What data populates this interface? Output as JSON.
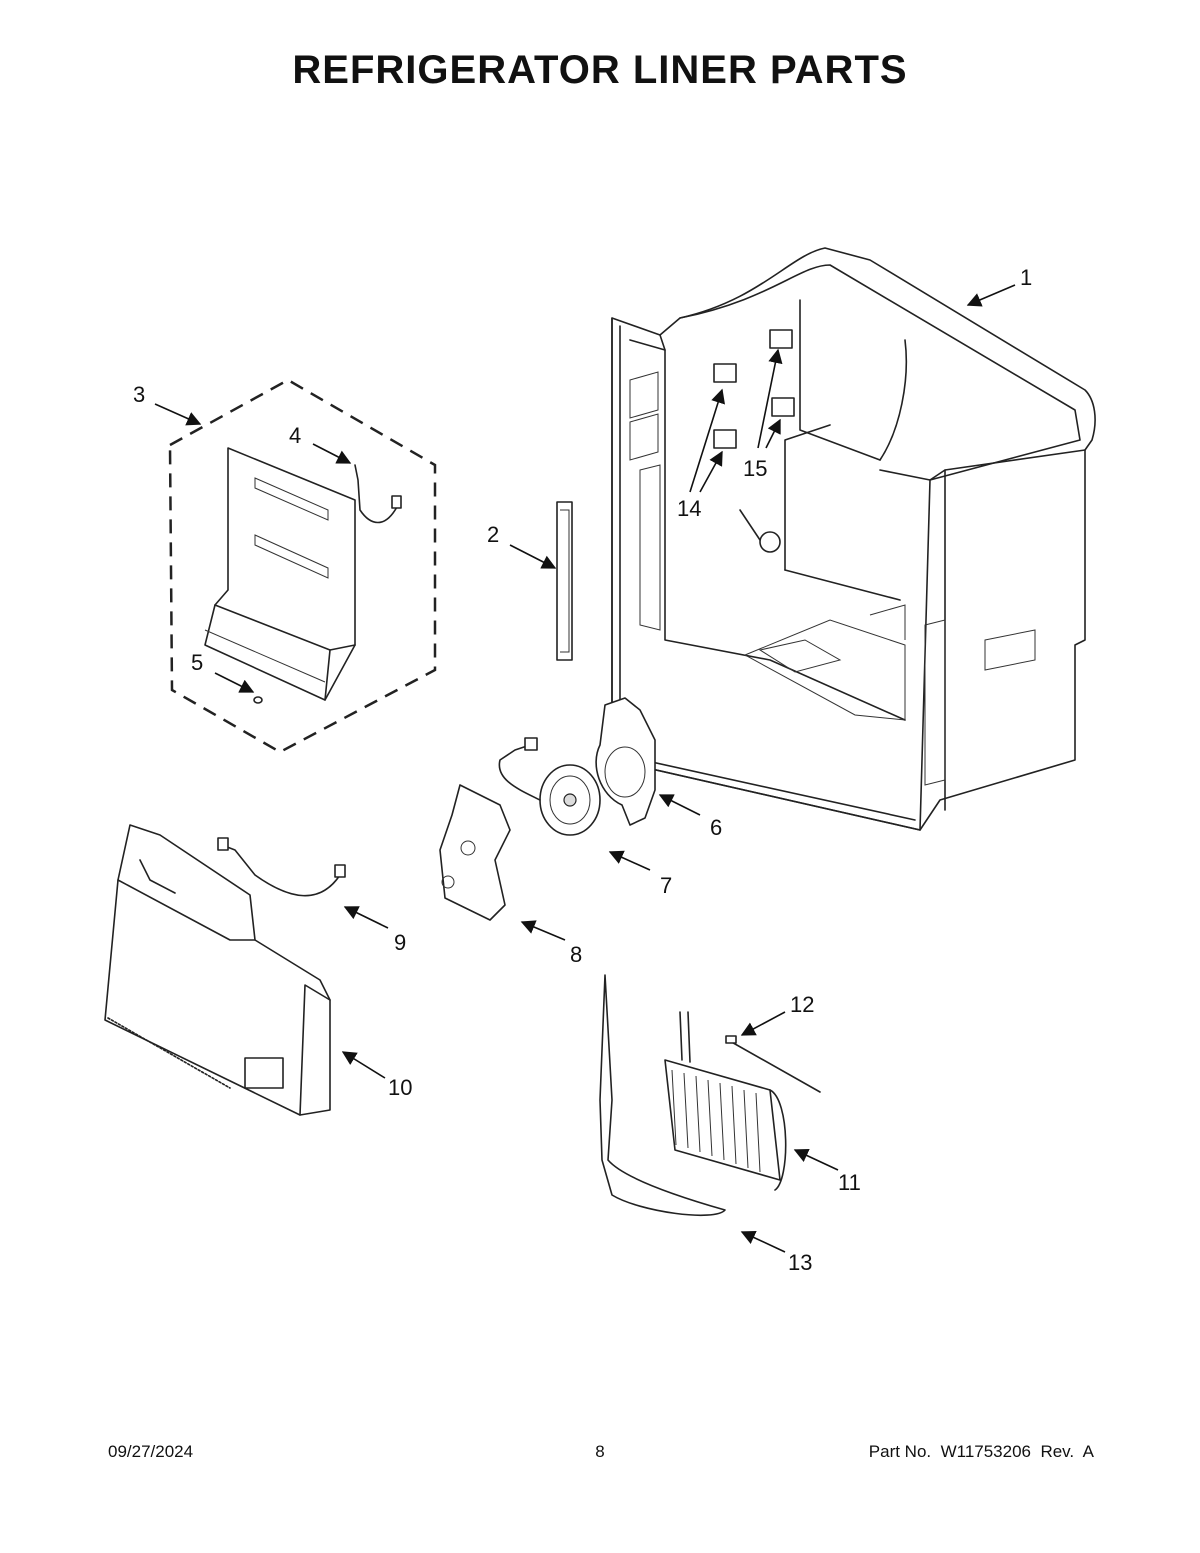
{
  "title": "REFRIGERATOR LINER PARTS",
  "callouts": {
    "c1": "1",
    "c2": "2",
    "c3": "3",
    "c4": "4",
    "c5": "5",
    "c6": "6",
    "c7": "7",
    "c8": "8",
    "c9": "9",
    "c10": "10",
    "c11": "11",
    "c12": "12",
    "c13": "13",
    "c14": "14",
    "c15": "15"
  },
  "footer": {
    "date": "09/27/2024",
    "page": "8",
    "part": "Part No.  W11753206  Rev.  A"
  }
}
